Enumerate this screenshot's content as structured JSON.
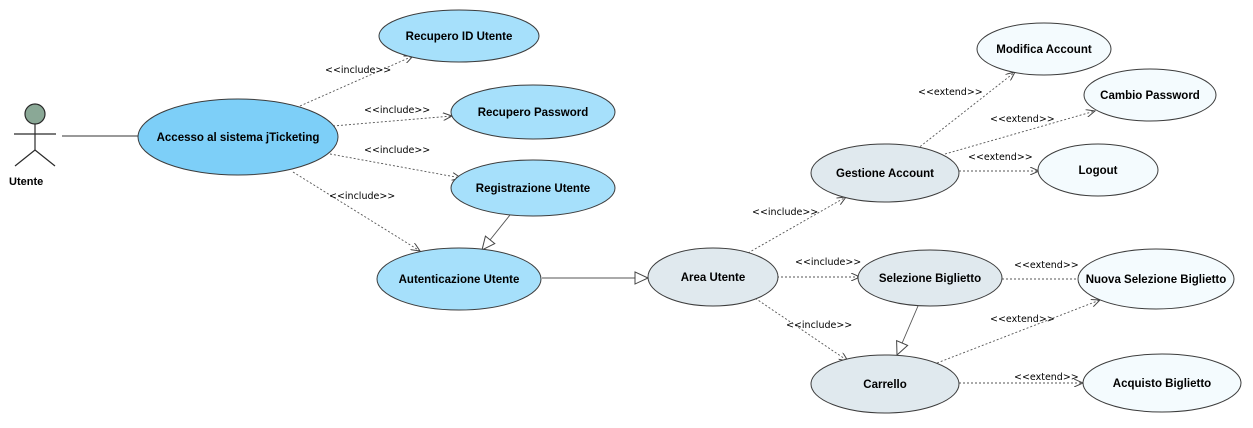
{
  "actor": {
    "name": "Utente"
  },
  "use_cases": {
    "accesso": "Accesso al sistema jTicketing",
    "recupero_id": "Recupero ID Utente",
    "recupero_password": "Recupero Password",
    "registrazione": "Registrazione Utente",
    "autenticazione": "Autenticazione Utente",
    "area_utente": "Area Utente",
    "gestione_account": "Gestione Account",
    "modifica_account": "Modifica Account",
    "cambio_password": "Cambio Password",
    "logout": "Logout",
    "selezione_biglietto": "Selezione Biglietto",
    "nuova_selezione": "Nuova Selezione Biglietto",
    "carrello": "Carrello",
    "acquisto_biglietto": "Acquisto Biglietto"
  },
  "stereotypes": {
    "include": "<<include>>",
    "extend": "<<extend>>"
  },
  "colors": {
    "primary_fill": "#7dcff8",
    "secondary_fill": "#a6e0fb",
    "core_fill": "#e0e9ee",
    "leaf_fill": "#f4fbfe",
    "outline": "#3c3c3c",
    "actor_fill": "#8aa896"
  }
}
